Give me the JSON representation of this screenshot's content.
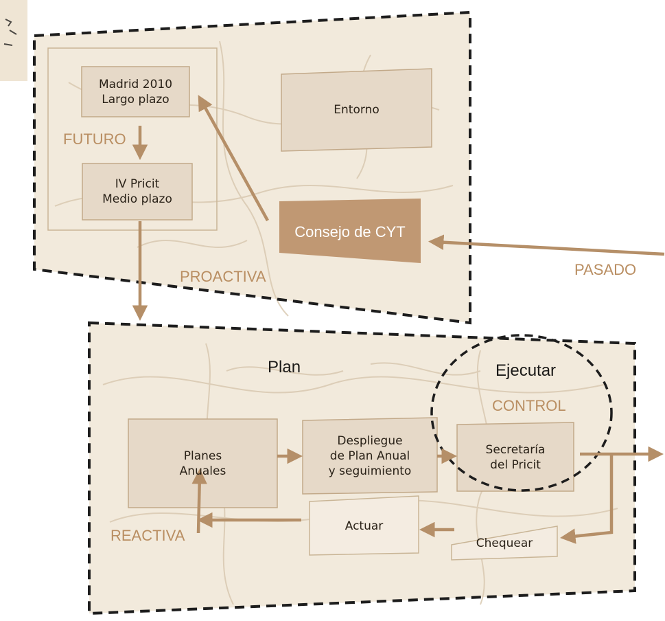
{
  "diagram": {
    "regions": {
      "proactiva": {
        "label": "PROACTIVA"
      },
      "reactiva": {
        "label": "REACTIVA"
      },
      "futuro": {
        "label": "FUTURO"
      },
      "pasado": {
        "label": "PASADO"
      },
      "plan": {
        "label": "Plan"
      },
      "ejecutar": {
        "label": "Ejecutar"
      },
      "control": {
        "label": "CONTROL"
      }
    },
    "nodes": {
      "madrid": {
        "line1": "Madrid 2010",
        "line2": "Largo plazo"
      },
      "pricit": {
        "line1": "IV Pricit",
        "line2": "Medio plazo"
      },
      "entorno": {
        "label": "Entorno"
      },
      "consejo": {
        "label": "Consejo de CYT"
      },
      "planes": {
        "line1": "Planes",
        "line2": "Anuales"
      },
      "despliegue": {
        "line1": "Despliegue",
        "line2": "de Plan Anual",
        "line3": "y seguimiento"
      },
      "secretaria": {
        "line1": "Secretaría",
        "line2": "del Pricit"
      },
      "chequear": {
        "label": "Chequear"
      },
      "actuar": {
        "label": "Actuar"
      }
    }
  },
  "colors": {
    "accent": "#b98e62",
    "consejo_fill": "#c09873",
    "box_fill": "#e6d9c8",
    "paper": "#f3ebdd",
    "arrow": "#b58f68",
    "dash": "#1d1d1d"
  }
}
